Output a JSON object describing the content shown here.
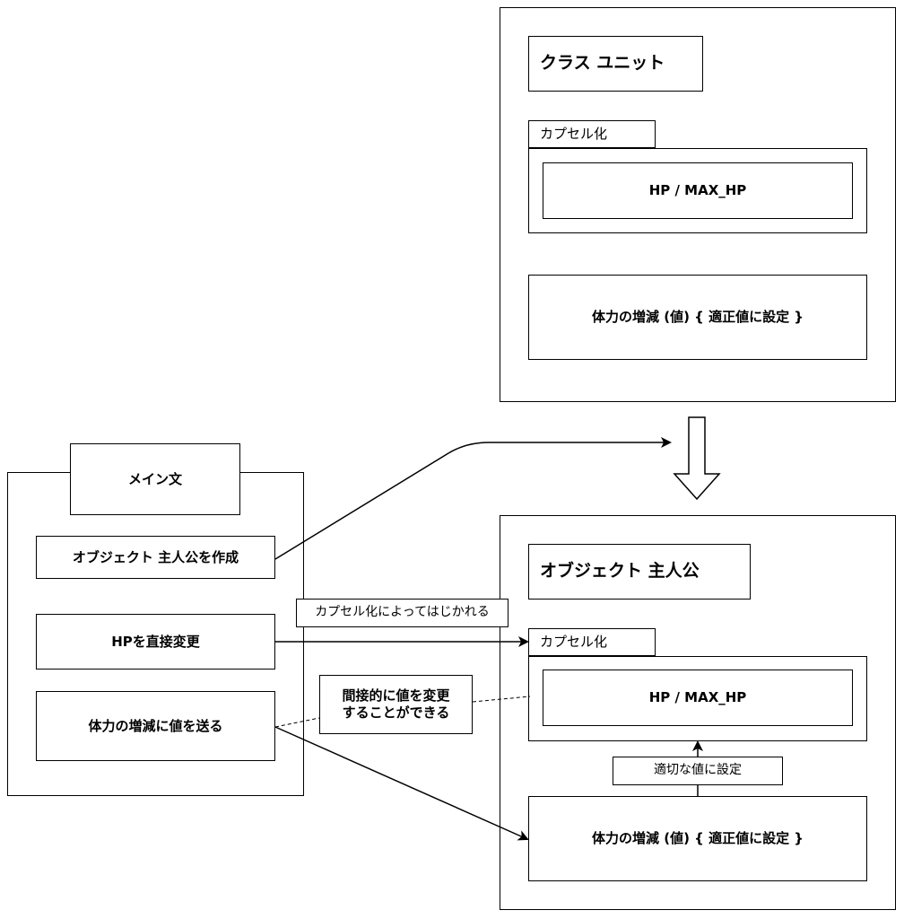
{
  "class_unit": {
    "title": "クラス ユニット",
    "encapsulation_tab": "カプセル化",
    "field": "HP / MAX_HP",
    "method": "体力の増減 (値) { 適正値に設定 }"
  },
  "main_statement": {
    "title": "メイン文",
    "items": [
      "オブジェクト 主人公を作成",
      "HPを直接変更",
      "体力の増減に値を送る"
    ]
  },
  "object_hero": {
    "title": "オブジェクト 主人公",
    "encapsulation_tab": "カプセル化",
    "field": "HP / MAX_HP",
    "method": "体力の増減 (値) { 適正値に設定 }"
  },
  "notes": {
    "repelled": "カプセル化によってはじかれる",
    "indirect": "間接的に値を変更\nすることができる",
    "set_proper": "適切な値に設定"
  }
}
